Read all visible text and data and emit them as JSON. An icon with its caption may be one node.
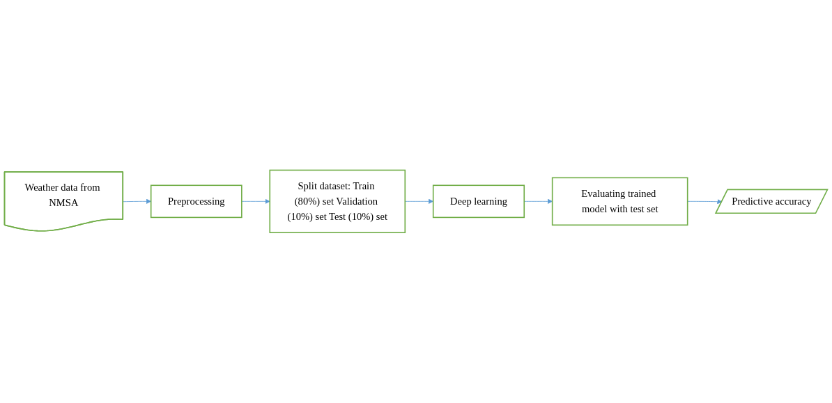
{
  "diagram": {
    "nodes": [
      {
        "text": [
          "Weather data from NMSA"
        ]
      },
      {
        "text": [
          "Preprocessing"
        ]
      },
      {
        "text": [
          "Split dataset: Train (80%) set Validation (10%) set Test (10%) set"
        ]
      },
      {
        "text": [
          "Deep learning"
        ]
      },
      {
        "text": [
          "Evaluating trained model with test set"
        ]
      },
      {
        "text": [
          "Predictive accuracy"
        ]
      }
    ],
    "edges": [
      {
        "from": 0,
        "to": 1,
        "arrow": "to"
      },
      {
        "from": 1,
        "to": 2,
        "arrow": "to"
      },
      {
        "from": 2,
        "to": 3,
        "arrow": "to"
      },
      {
        "from": 3,
        "to": 4,
        "arrow": "to"
      },
      {
        "from": 4,
        "to": 5,
        "arrow": "to"
      }
    ]
  }
}
